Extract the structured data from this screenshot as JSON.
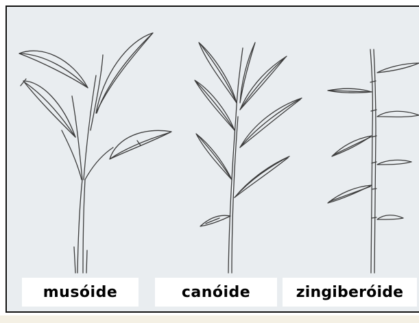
{
  "figure": {
    "background": "#e9edf0",
    "line_color": "#3a3a3a",
    "plant_types": [
      {
        "name": "musóide"
      },
      {
        "name": "canóide"
      },
      {
        "name": "zingiberóide"
      }
    ]
  }
}
